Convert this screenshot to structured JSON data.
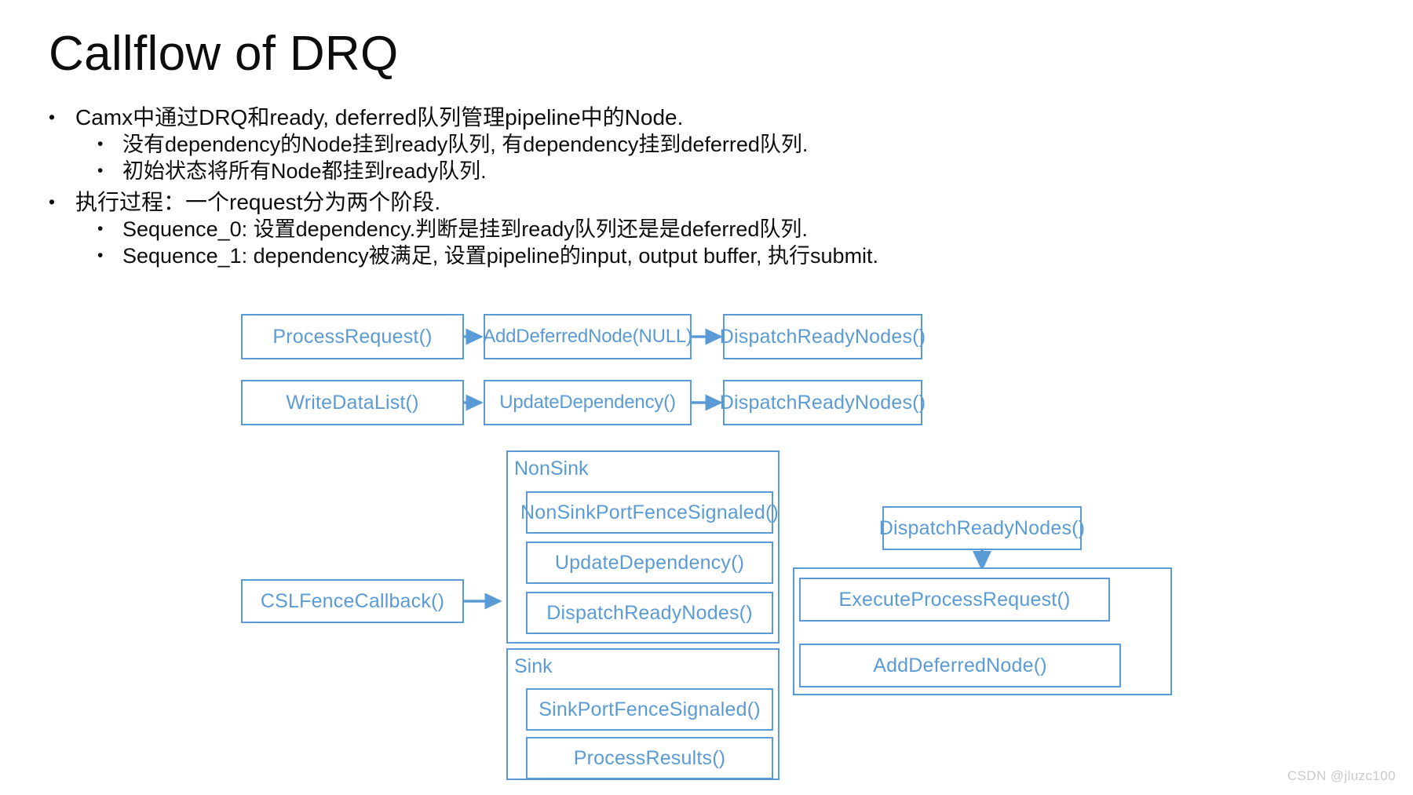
{
  "slide": {
    "title": "Callflow of DRQ",
    "watermark": "CSDN @jluzc100"
  },
  "bullets": [
    {
      "level": 1,
      "marker": "•",
      "text": "Camx中通过DRQ和ready, deferred队列管理pipeline中的Node."
    },
    {
      "level": 2,
      "marker": "•",
      "text": "没有dependency的Node挂到ready队列, 有dependency挂到deferred队列."
    },
    {
      "level": 2,
      "marker": "•",
      "text": "初始状态将所有Node都挂到ready队列."
    },
    {
      "level": 1,
      "marker": "•",
      "text": "执行过程：一个request分为两个阶段."
    },
    {
      "level": 2,
      "marker": "•",
      "text": "Sequence_0: 设置dependency.判断是挂到ready队列还是是deferred队列."
    },
    {
      "level": 2,
      "marker": "•",
      "text": "Sequence_1: dependency被满足, 设置pipeline的input, output buffer, 执行submit."
    }
  ],
  "diagram": {
    "accent_color": "#5b9bd5",
    "row1": {
      "boxes": [
        {
          "id": "process-request",
          "label": "ProcessRequest()"
        },
        {
          "id": "add-deferred-node-null",
          "label": "AddDeferredNode(NULL)"
        },
        {
          "id": "dispatch-ready-nodes-1",
          "label": "DispatchReadyNodes()"
        }
      ]
    },
    "row2": {
      "boxes": [
        {
          "id": "write-data-list",
          "label": "WriteDataList()"
        },
        {
          "id": "update-dependency-1",
          "label": "UpdateDependency()"
        },
        {
          "id": "dispatch-ready-nodes-2",
          "label": "DispatchReadyNodes()"
        }
      ]
    },
    "callback": {
      "id": "csl-fence-callback",
      "label": "CSLFenceCallback()"
    },
    "nonsink": {
      "label": "NonSink",
      "boxes": [
        {
          "id": "nonsink-port-fence-signaled",
          "label": "NonSinkPortFenceSignaled()"
        },
        {
          "id": "update-dependency-2",
          "label": "UpdateDependency()"
        },
        {
          "id": "dispatch-ready-nodes-3",
          "label": "DispatchReadyNodes()"
        }
      ]
    },
    "sink": {
      "label": "Sink",
      "boxes": [
        {
          "id": "sink-port-fence-signaled",
          "label": "SinkPortFenceSignaled()"
        },
        {
          "id": "process-results",
          "label": "ProcessResults()"
        }
      ]
    },
    "right": {
      "top_box": {
        "id": "dispatch-ready-nodes-4",
        "label": "DispatchReadyNodes()"
      },
      "boxes": [
        {
          "id": "execute-process-request",
          "label": "ExecuteProcessRequest()"
        },
        {
          "id": "add-deferred-node",
          "label": "AddDeferredNode()"
        }
      ]
    }
  }
}
